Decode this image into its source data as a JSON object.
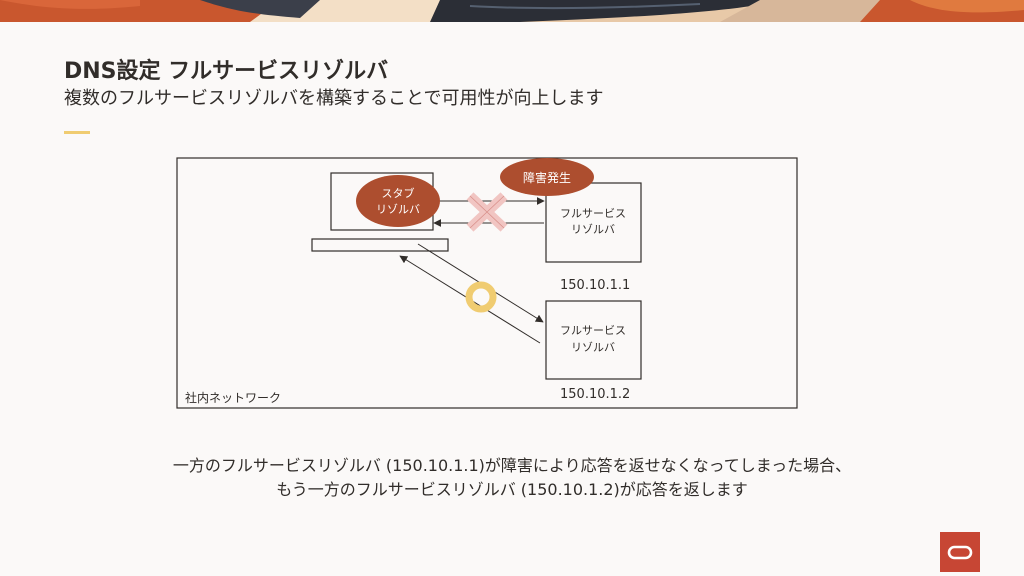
{
  "slide": {
    "title": "DNS設定 フルサービスリゾルバ",
    "subtitle": "複数のフルサービスリゾルバを構築することで可用性が向上します"
  },
  "diagram": {
    "network_label": "社内ネットワーク",
    "stub_resolver": {
      "line1": "スタブ",
      "line2": "リゾルバ"
    },
    "failure_badge": "障害発生",
    "resolver_1": {
      "line1": "フルサービス",
      "line2": "リゾルバ",
      "ip": "150.10.1.1"
    },
    "resolver_2": {
      "line1": "フルサービス",
      "line2": "リゾルバ",
      "ip": "150.10.1.2"
    },
    "colors": {
      "badge": "#ad4e2f",
      "fail_mark": "#f1c5c2",
      "ok_mark": "#f0cc71"
    }
  },
  "caption": {
    "line1": "一方のフルサービスリゾルバ (150.10.1.1)が障害により応答を返せなくなってしまった場合、",
    "line2": "もう一方のフルサービスリゾルバ (150.10.1.2)が応答を返します"
  },
  "branding": {
    "logo_icon": "oracle-logo-icon",
    "logo_color": "#c74634"
  }
}
